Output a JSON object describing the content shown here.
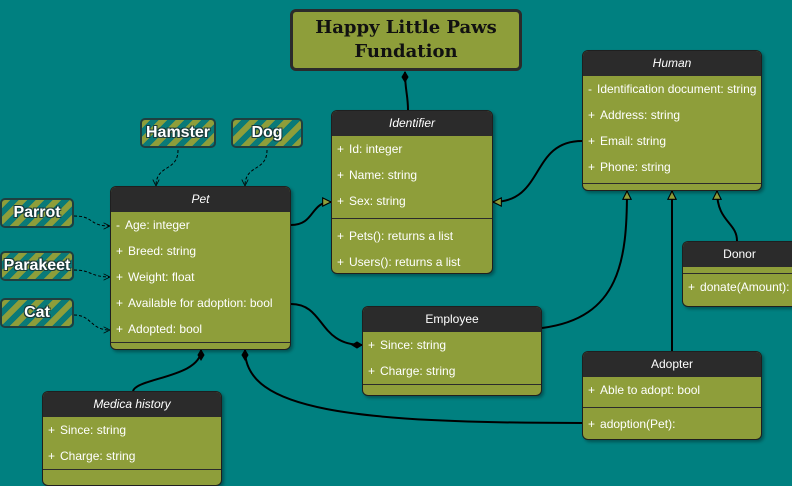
{
  "title": {
    "line1": "Happy Little Paws",
    "line2": "Fundation"
  },
  "tags": {
    "hamster": "Hamster",
    "dog": "Dog",
    "parrot": "Parrot",
    "parakeet": "Parakeet",
    "cat": "Cat"
  },
  "classes": {
    "pet": {
      "name": "Pet",
      "attrs": [
        {
          "v": "-",
          "t": "Age: integer"
        },
        {
          "v": "+",
          "t": "Breed: string"
        },
        {
          "v": "+",
          "t": "Weight: float"
        },
        {
          "v": "+",
          "t": "Available for adoption: bool"
        },
        {
          "v": "+",
          "t": "Adopted: bool"
        }
      ]
    },
    "identifier": {
      "name": "Identifier",
      "attrs": [
        {
          "v": "+",
          "t": "Id: integer"
        },
        {
          "v": "+",
          "t": "Name: string"
        },
        {
          "v": "+",
          "t": "Sex: string"
        }
      ],
      "methods": [
        {
          "v": "+",
          "t": "Pets(): returns a list"
        },
        {
          "v": "+",
          "t": "Users(): returns a list"
        }
      ]
    },
    "human": {
      "name": "Human",
      "attrs": [
        {
          "v": "-",
          "t": "Identification document: string"
        },
        {
          "v": "+",
          "t": "Address: string"
        },
        {
          "v": "+",
          "t": "Email: string"
        },
        {
          "v": "+",
          "t": "Phone: string"
        }
      ]
    },
    "donor": {
      "name": "Donor",
      "methods": [
        {
          "v": "+",
          "t": "donate(Amount):"
        }
      ]
    },
    "employee": {
      "name": "Employee",
      "attrs": [
        {
          "v": "+",
          "t": "Since: string"
        },
        {
          "v": "+",
          "t": "Charge: string"
        }
      ]
    },
    "adopter": {
      "name": "Adopter",
      "attrs": [
        {
          "v": "+",
          "t": "Able to adopt: bool"
        }
      ],
      "methods": [
        {
          "v": "+",
          "t": "adoption(Pet):"
        }
      ]
    },
    "medical": {
      "name": "Medica history",
      "attrs": [
        {
          "v": "+",
          "t": "Since: string"
        },
        {
          "v": "+",
          "t": "Charge: string"
        }
      ]
    }
  },
  "colors": {
    "background": "#008080",
    "class_fill": "#8E9E3A",
    "header_fill": "#2b2b2b"
  }
}
